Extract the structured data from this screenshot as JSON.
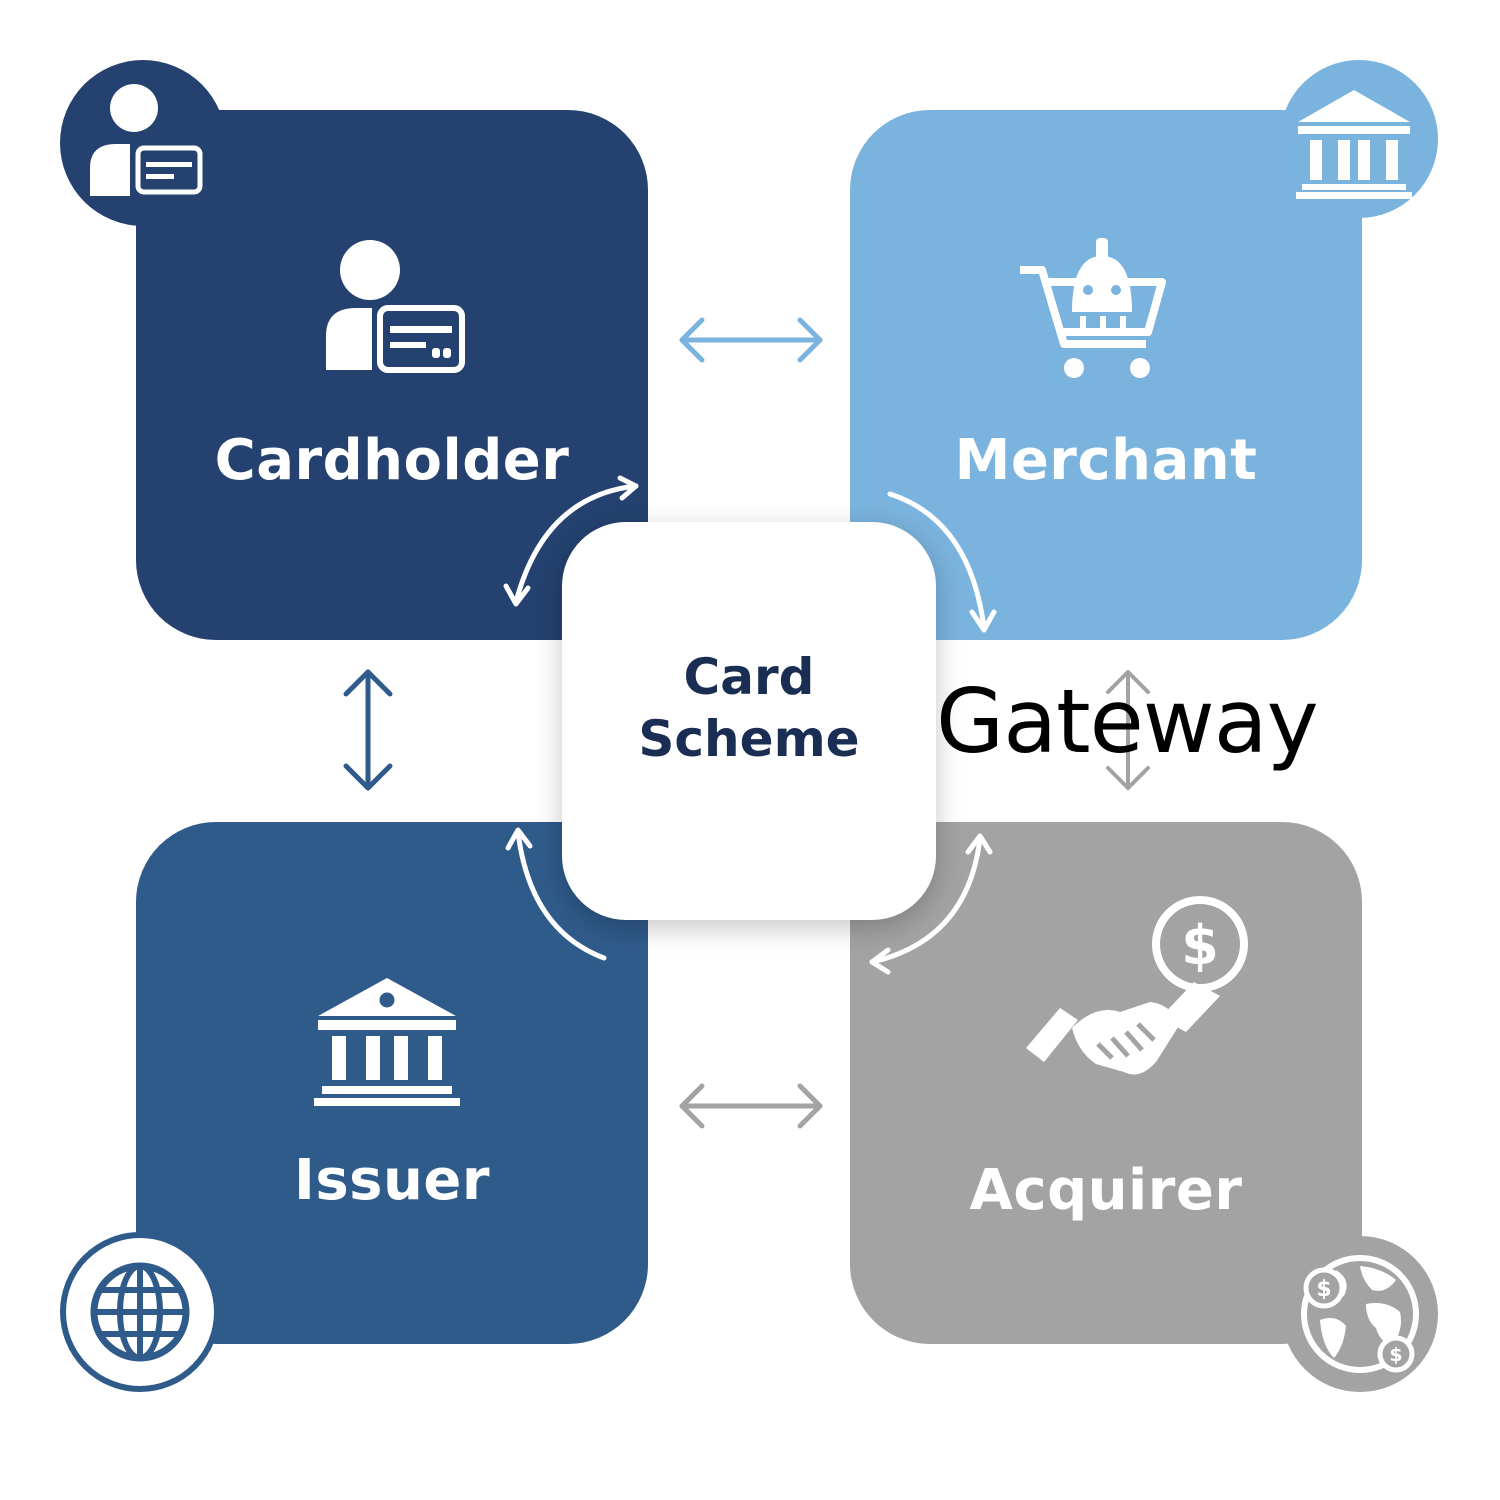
{
  "nodes": {
    "cardholder": {
      "label": "Cardholder",
      "icon": "user-card-icon",
      "badge_icon": "user-card-icon",
      "color": "#24416f"
    },
    "merchant": {
      "label": "Merchant",
      "icon": "shopping-cart-icon",
      "badge_icon": "bank-icon",
      "color": "#7ab3dd"
    },
    "issuer": {
      "label": "Issuer",
      "icon": "bank-icon",
      "badge_icon": "globe-icon",
      "color": "#2f5b8b"
    },
    "acquirer": {
      "label": "Acquirer",
      "icon": "handshake-dollar-icon",
      "badge_icon": "globe-coins-icon",
      "color": "#a3a3a3"
    }
  },
  "center": {
    "line1": "Card",
    "line2": "Scheme",
    "color": "#1a2d52"
  },
  "gateway_label": "Gateway",
  "edges": [
    {
      "from": "cardholder",
      "to": "merchant",
      "style": "double-arrow",
      "color": "#7ab3dd"
    },
    {
      "from": "cardholder",
      "to": "issuer",
      "style": "double-arrow",
      "color": "#2f5b8b"
    },
    {
      "from": "issuer",
      "to": "acquirer",
      "style": "double-arrow",
      "color": "#a3a3a3"
    },
    {
      "from": "merchant",
      "to": "acquirer",
      "style": "double-arrow",
      "color": "#a3a3a3"
    }
  ]
}
